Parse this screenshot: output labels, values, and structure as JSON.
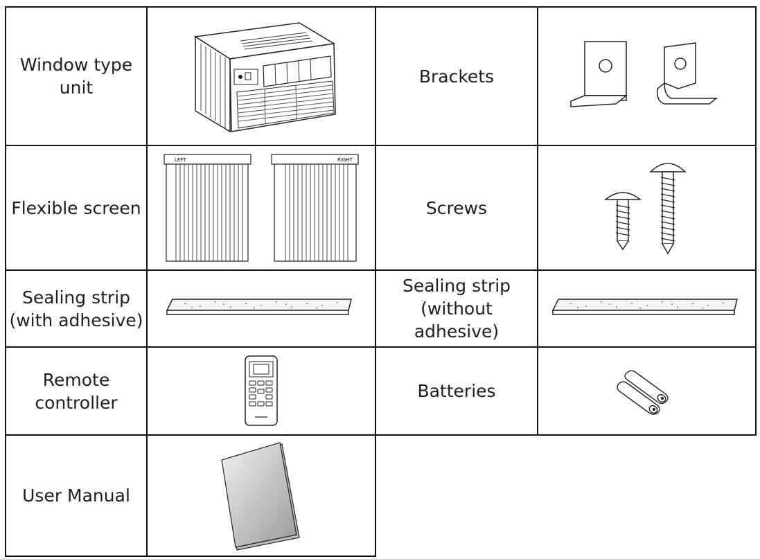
{
  "items": [
    {
      "label": "Window type\nunit",
      "icon": "window-ac-unit-icon"
    },
    {
      "label": "Brackets",
      "icon": "bracket-icon"
    },
    {
      "label": "Flexible screen",
      "icon": "flexible-screen-icon",
      "screen_left": "LEFT",
      "screen_right": "RIGHT"
    },
    {
      "label": "Screws",
      "icon": "screw-icon"
    },
    {
      "label": "Sealing strip\n(with adhesive)",
      "icon": "sealing-strip-icon"
    },
    {
      "label": "Sealing strip\n(without\nadhesive)",
      "icon": "sealing-strip-icon"
    },
    {
      "label": "Remote\ncontroller",
      "icon": "remote-controller-icon"
    },
    {
      "label": "Batteries",
      "icon": "battery-icon"
    },
    {
      "label": "User Manual",
      "icon": "manual-booklet-icon"
    }
  ]
}
